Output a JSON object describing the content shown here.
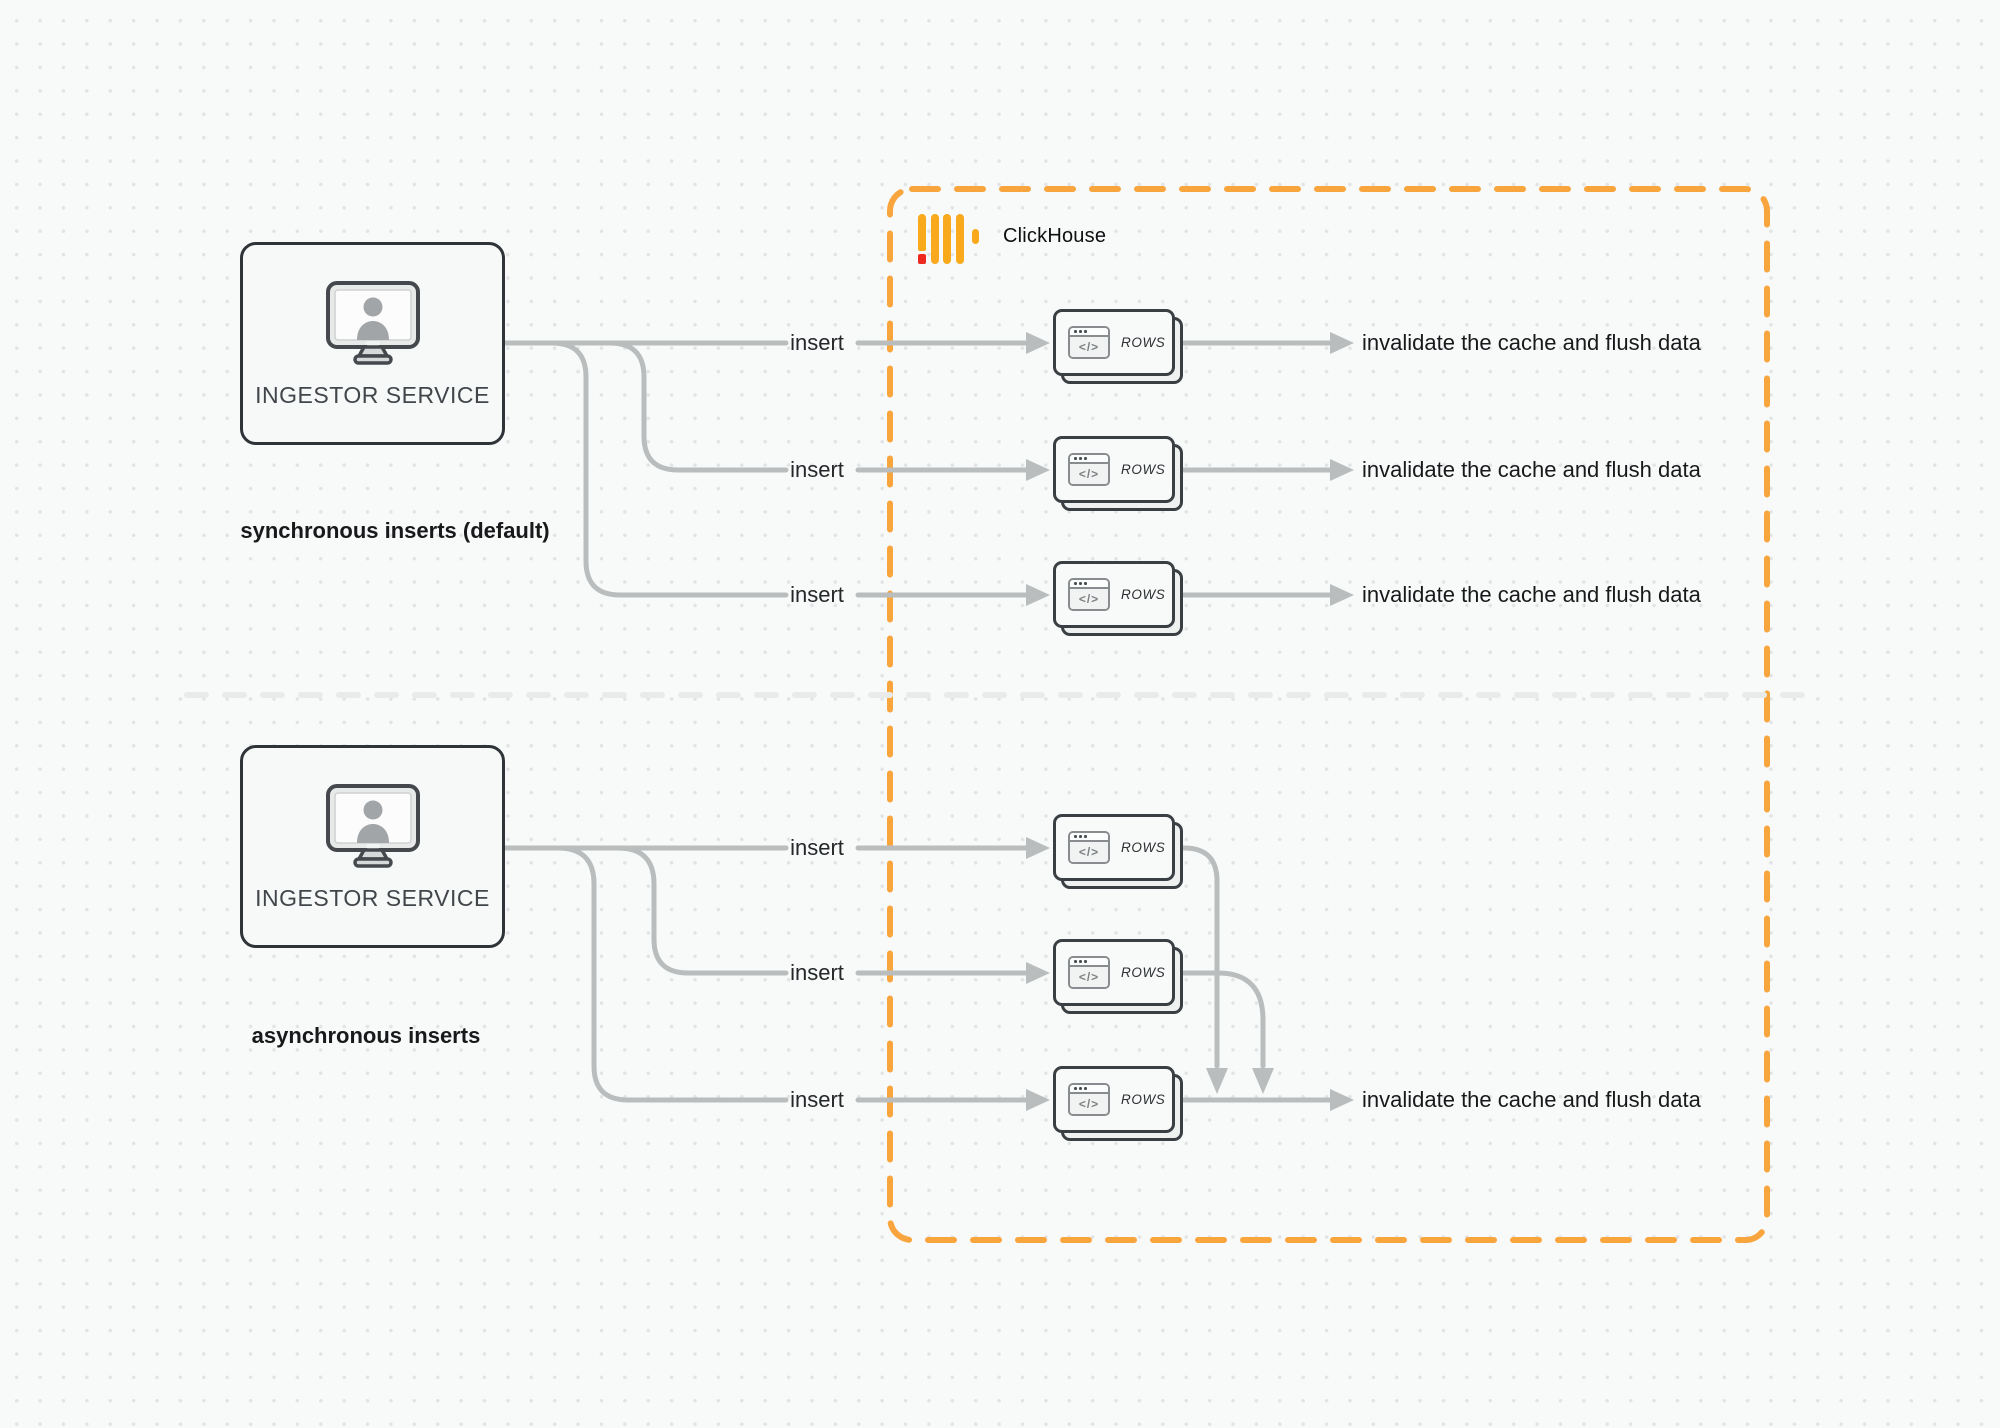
{
  "clickhouse": {
    "label": "ClickHouse"
  },
  "sync": {
    "caption": "synchronous inserts (default)",
    "ingestor": "INGESTOR SERVICE",
    "rows": [
      {
        "insert": "insert",
        "card": "ROWS",
        "code": "</>",
        "result": "invalidate the cache and flush data"
      },
      {
        "insert": "insert",
        "card": "ROWS",
        "code": "</>",
        "result": "invalidate the cache and flush data"
      },
      {
        "insert": "insert",
        "card": "ROWS",
        "code": "</>",
        "result": "invalidate the cache and flush data"
      }
    ]
  },
  "async": {
    "caption": "asynchronous inserts",
    "ingestor": "INGESTOR SERVICE",
    "rows": [
      {
        "insert": "insert",
        "card": "ROWS",
        "code": "</>"
      },
      {
        "insert": "insert",
        "card": "ROWS",
        "code": "</>"
      },
      {
        "insert": "insert",
        "card": "ROWS",
        "code": "</>",
        "result": "invalidate the cache and flush data"
      }
    ]
  },
  "colors": {
    "brand_yellow": "#F9A91C",
    "brand_red": "#EE2A20",
    "boundary_orange": "#F9A53D",
    "connector_gray": "#BABDBD",
    "divider_gray": "#E9EBEB"
  }
}
